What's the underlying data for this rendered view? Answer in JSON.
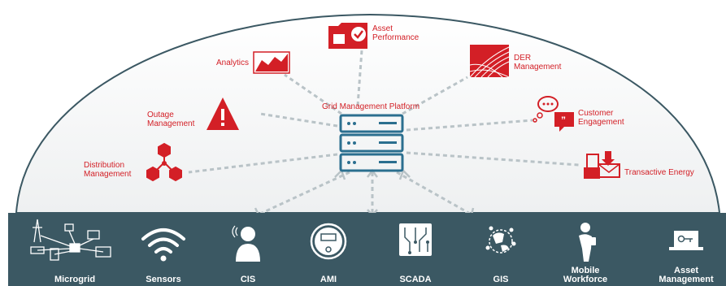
{
  "platform": {
    "label": "Grid Management Platform"
  },
  "modules": {
    "asset_performance": {
      "lines": [
        "Asset",
        "Performance"
      ]
    },
    "analytics": {
      "lines": [
        "Analytics"
      ]
    },
    "der_management": {
      "lines": [
        "DER",
        "Management"
      ]
    },
    "outage_management": {
      "lines": [
        "Outage",
        "Management"
      ]
    },
    "customer_engagement": {
      "lines": [
        "Customer",
        "Engagement"
      ]
    },
    "distribution_management": {
      "lines": [
        "Distribution",
        "Management"
      ]
    },
    "transactive_energy": {
      "lines": [
        "Transactive Energy"
      ]
    }
  },
  "bar_items": {
    "microgrid": {
      "lines": [
        "Microgrid"
      ]
    },
    "sensors": {
      "lines": [
        "Sensors"
      ]
    },
    "cis": {
      "lines": [
        "CIS"
      ]
    },
    "ami": {
      "lines": [
        "AMI"
      ]
    },
    "scada": {
      "lines": [
        "SCADA"
      ]
    },
    "gis": {
      "lines": [
        "GIS"
      ]
    },
    "mobile_workforce": {
      "lines": [
        "Mobile",
        "Workforce"
      ]
    },
    "asset_management": {
      "lines": [
        "Asset",
        "Management"
      ]
    }
  },
  "colors": {
    "accent_red": "#d31f26",
    "bar": "#3b5863",
    "server_blue": "#2b6f8f",
    "dome_fill": "#f1f3f4"
  }
}
